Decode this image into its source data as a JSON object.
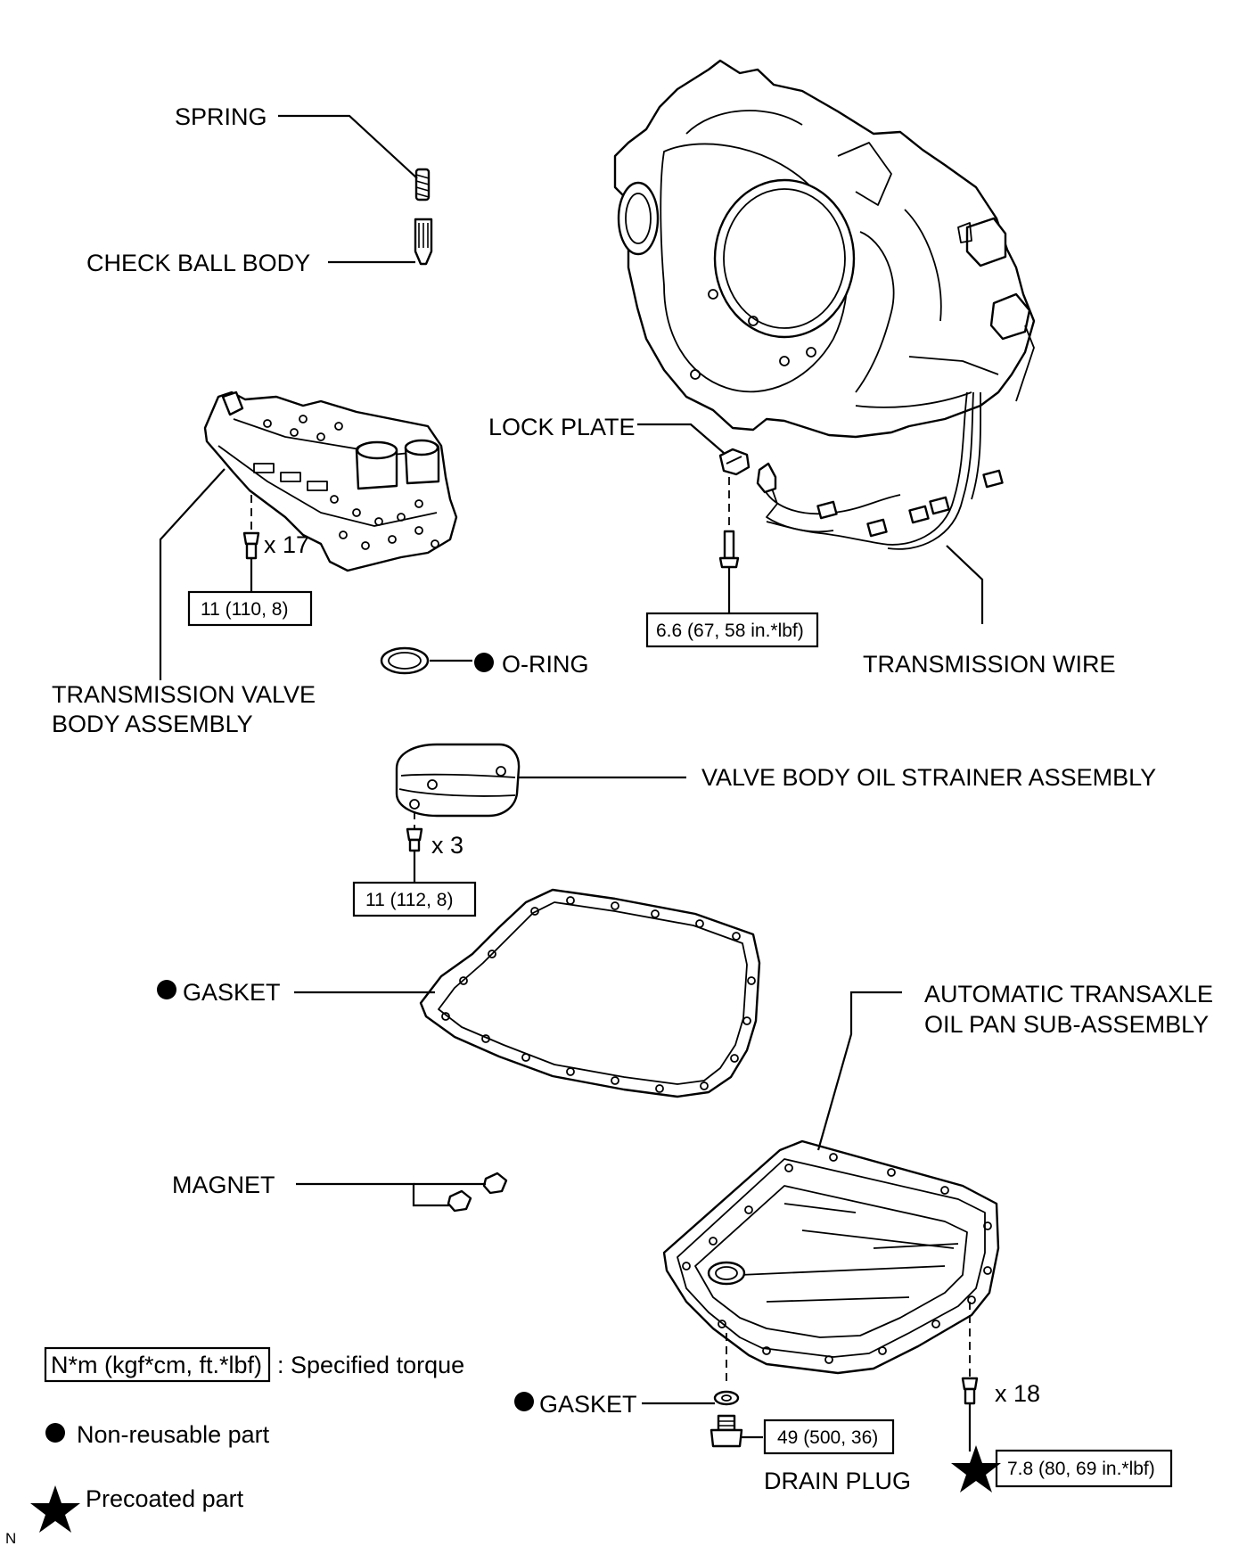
{
  "labels": {
    "spring": "SPRING",
    "check_ball_body": "CHECK BALL BODY",
    "lock_plate": "LOCK PLATE",
    "transmission_wire": "TRANSMISSION WIRE",
    "o_ring": "O-RING",
    "valve_body_line1": "TRANSMISSION VALVE",
    "valve_body_line2": "BODY ASSEMBLY",
    "oil_strainer": "VALVE BODY OIL STRAINER ASSEMBLY",
    "gasket_pan": "GASKET",
    "oil_pan_line1": "AUTOMATIC TRANSAXLE",
    "oil_pan_line2": "OIL PAN SUB-ASSEMBLY",
    "magnet": "MAGNET",
    "gasket_drain": "GASKET",
    "drain_plug": "DRAIN PLUG",
    "corner_mark": "N"
  },
  "torques": {
    "valve_body_bolts": "11 (110, 8)",
    "lock_plate_bolt": "6.6 (67, 58 in.*lbf)",
    "strainer_bolts": "11 (112, 8)",
    "drain_plug": "49 (500, 36)",
    "oil_pan_bolts": "7.8 (80, 69 in.*lbf)"
  },
  "quantities": {
    "valve_body_bolts": "x 17",
    "strainer_bolts": "x 3",
    "oil_pan_bolts": "x 18"
  },
  "legend": {
    "torque_unit_box": "N*m (kgf*cm, ft.*lbf)",
    "torque_desc": ": Specified torque",
    "non_reusable": "Non-reusable part",
    "precoated": "Precoated part"
  },
  "icons": {
    "non_reusable": "filled-circle-icon",
    "precoated": "filled-star-icon"
  }
}
